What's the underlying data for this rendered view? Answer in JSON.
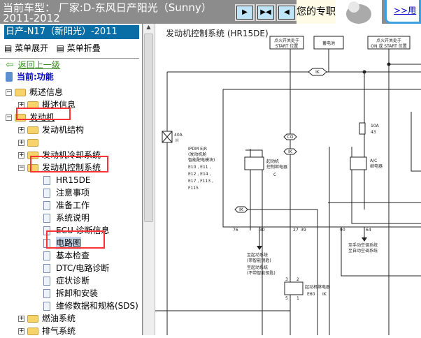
{
  "header": {
    "car_model": "当前车型： 厂家:D-东风日产阳光（Sunny）2011-2012",
    "nav_buttons": [
      "next",
      "expand",
      "prev"
    ],
    "ad_text": "您的专职",
    "ad_link": ">>用"
  },
  "sidebar": {
    "model": "日产-N17（新阳光）-2011",
    "expand": "菜单展开",
    "collapse": "菜单折叠",
    "back": "返回上一级",
    "current": "当前:功能",
    "items": [
      {
        "label": "概述信息",
        "level": 0,
        "toggle": "−",
        "type": "folder"
      },
      {
        "label": "概述信息",
        "level": 1,
        "toggle": "+",
        "type": "folder"
      },
      {
        "label": "发动机",
        "level": 0,
        "toggle": "−",
        "type": "folder"
      },
      {
        "label": "发动机结构",
        "level": 1,
        "toggle": "+",
        "type": "folder"
      },
      {
        "label": "",
        "level": 1,
        "toggle": "+",
        "type": "folder"
      },
      {
        "label": "发动机冷却系统",
        "level": 1,
        "toggle": "+",
        "type": "folder"
      },
      {
        "label": "发动机控制系统",
        "level": 1,
        "toggle": "−",
        "type": "folder"
      },
      {
        "label": "HR15DE",
        "level": 2,
        "type": "doc"
      },
      {
        "label": "注意事项",
        "level": 2,
        "type": "doc"
      },
      {
        "label": "准备工作",
        "level": 2,
        "type": "doc"
      },
      {
        "label": "系统说明",
        "level": 2,
        "type": "doc"
      },
      {
        "label": "ECU 诊断信息",
        "level": 2,
        "type": "doc"
      },
      {
        "label": "电路图",
        "level": 2,
        "type": "doc",
        "selected": true
      },
      {
        "label": "基本检查",
        "level": 2,
        "type": "doc"
      },
      {
        "label": "DTC/电路诊断",
        "level": 2,
        "type": "doc"
      },
      {
        "label": "症状诊断",
        "level": 2,
        "type": "doc"
      },
      {
        "label": "拆卸和安装",
        "level": 2,
        "type": "doc"
      },
      {
        "label": "维修数据和规格(SDS)",
        "level": 2,
        "type": "doc"
      },
      {
        "label": "燃油系统",
        "level": 1,
        "toggle": "+",
        "type": "folder"
      },
      {
        "label": "排气系统",
        "level": 1,
        "toggle": "+",
        "type": "folder"
      }
    ]
  },
  "diagram": {
    "title": "发动机控制系统 (HR15DE)",
    "box_start": [
      "点火开关处于",
      "START 位置"
    ],
    "box_battery": "蓄电池",
    "box_on": [
      "点火开关处于",
      "ON 或 START 位置"
    ],
    "ik": "IK",
    "co": "CO",
    "c": "C",
    "fuse40": "40A",
    "fuse40_id": "H",
    "fuse10": "10A",
    "fuse10_id": "43",
    "ipdm": [
      "IPDM E/R",
      "(发动机舱",
      "智能配电模块)",
      "E10 , E11 ,",
      "E12 , E14 ,",
      "E17 , F113 ,",
      "F115"
    ],
    "relay1": [
      "起动机",
      "控制继电器"
    ],
    "ac_relay": [
      "A/C",
      "继电器"
    ],
    "pins": [
      "76",
      "30",
      "27",
      "39",
      "90",
      "64"
    ],
    "to_start": [
      "至起动系统",
      "(带智能钥匙)",
      "至起动系统",
      "(不带智能钥匙)"
    ],
    "to_ac": [
      "至手动空调系统",
      "至自动空调系统"
    ],
    "starter_relay": "起动机继电器",
    "e60": "E60",
    "relay_pins": [
      "3",
      "2",
      "5",
      "1"
    ]
  }
}
